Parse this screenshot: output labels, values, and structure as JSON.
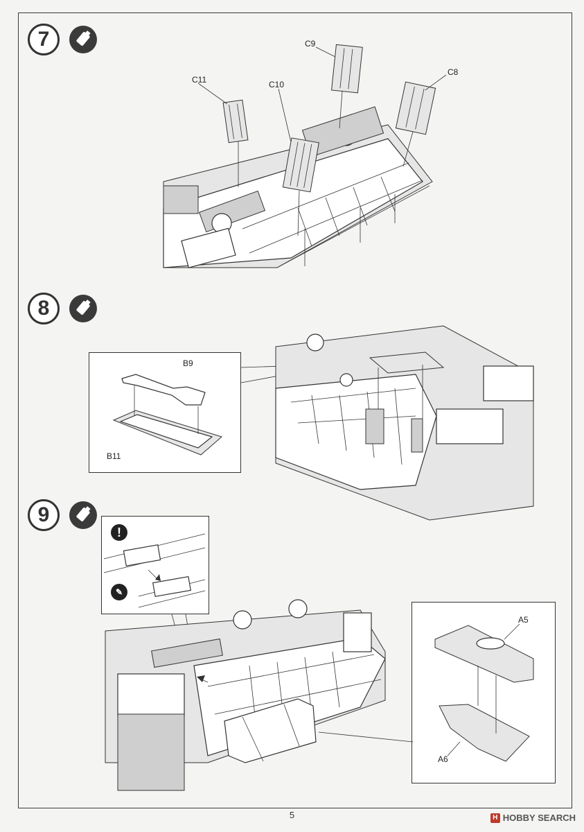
{
  "steps": [
    {
      "number": "7",
      "parts": [
        "C9",
        "C11",
        "C10",
        "C8"
      ]
    },
    {
      "number": "8",
      "parts": [
        "B9",
        "B11"
      ]
    },
    {
      "number": "9",
      "parts": [
        "A5",
        "A6"
      ],
      "note_icon": "exclamation-icon"
    }
  ],
  "icons": {
    "glue": "cement-bottle-icon",
    "knife": "hobby-knife-icon",
    "warning": "exclamation-icon"
  },
  "page_number": "5",
  "watermark": {
    "logo": "H",
    "text": "HOBBY SEARCH"
  },
  "warning_mark": "!"
}
